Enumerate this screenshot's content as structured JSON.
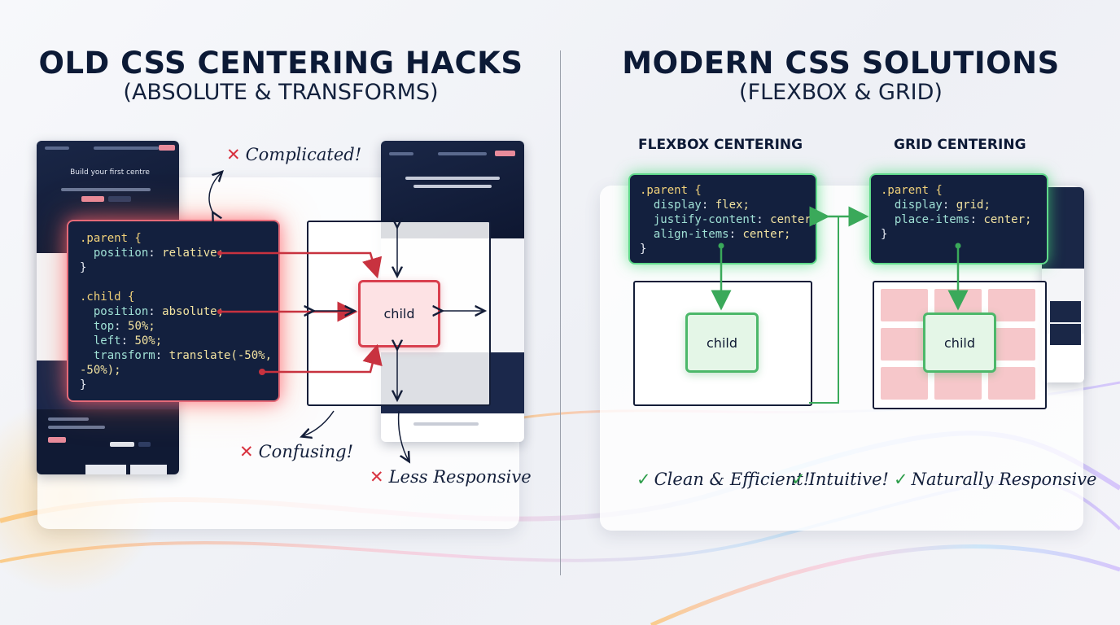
{
  "left": {
    "title": "OLD CSS CENTERING HACKS",
    "subtitle": "(ABSOLUTE & TRANSFORMS)",
    "mock_left_hero_text": "Build your first centre",
    "code": {
      "line1": ".parent {",
      "line2_prop": "position",
      "line2_val": "relative;",
      "line3": "}",
      "line4": ".child {",
      "line5_prop": "position",
      "line5_val": "absolute;",
      "line6_prop": "top",
      "line6_val": "50%;",
      "line7_prop": "left",
      "line7_val": "50%;",
      "line8_prop": "transform",
      "line8_val": "translate(-50%,",
      "line9_val": "-50%);",
      "line10": "}"
    },
    "child_label": "child",
    "notes": {
      "complicated": "Complicated!",
      "confusing": "Confusing!",
      "less_responsive": "Less Responsive"
    },
    "x_glyph": "✕"
  },
  "right": {
    "title": "MODERN CSS SOLUTIONS",
    "subtitle": "(FLEXBOX & GRID)",
    "flex_label": "FLEXBOX CENTERING",
    "grid_label": "GRID CENTERING",
    "flex_code": {
      "line1": ".parent {",
      "line2_prop": "display",
      "line2_val": "flex;",
      "line3_prop": "justify-content",
      "line3_val": "center;",
      "line4_prop": "align-items",
      "line4_val": "center;",
      "line5": "}"
    },
    "grid_code": {
      "line1": ".parent {",
      "line2_prop": "display",
      "line2_val": "grid;",
      "line3_prop": "place-items",
      "line3_val": "center;",
      "line4": "}"
    },
    "flex_child": "child",
    "grid_child": "child",
    "benefits": [
      "Clean & Efficient!",
      "Intuitive!",
      "Naturally Responsive"
    ],
    "check_glyph": "✓"
  },
  "colors": {
    "accent_red": "#d9404f",
    "accent_green": "#4cb86a",
    "code_bg": "#13203e"
  }
}
